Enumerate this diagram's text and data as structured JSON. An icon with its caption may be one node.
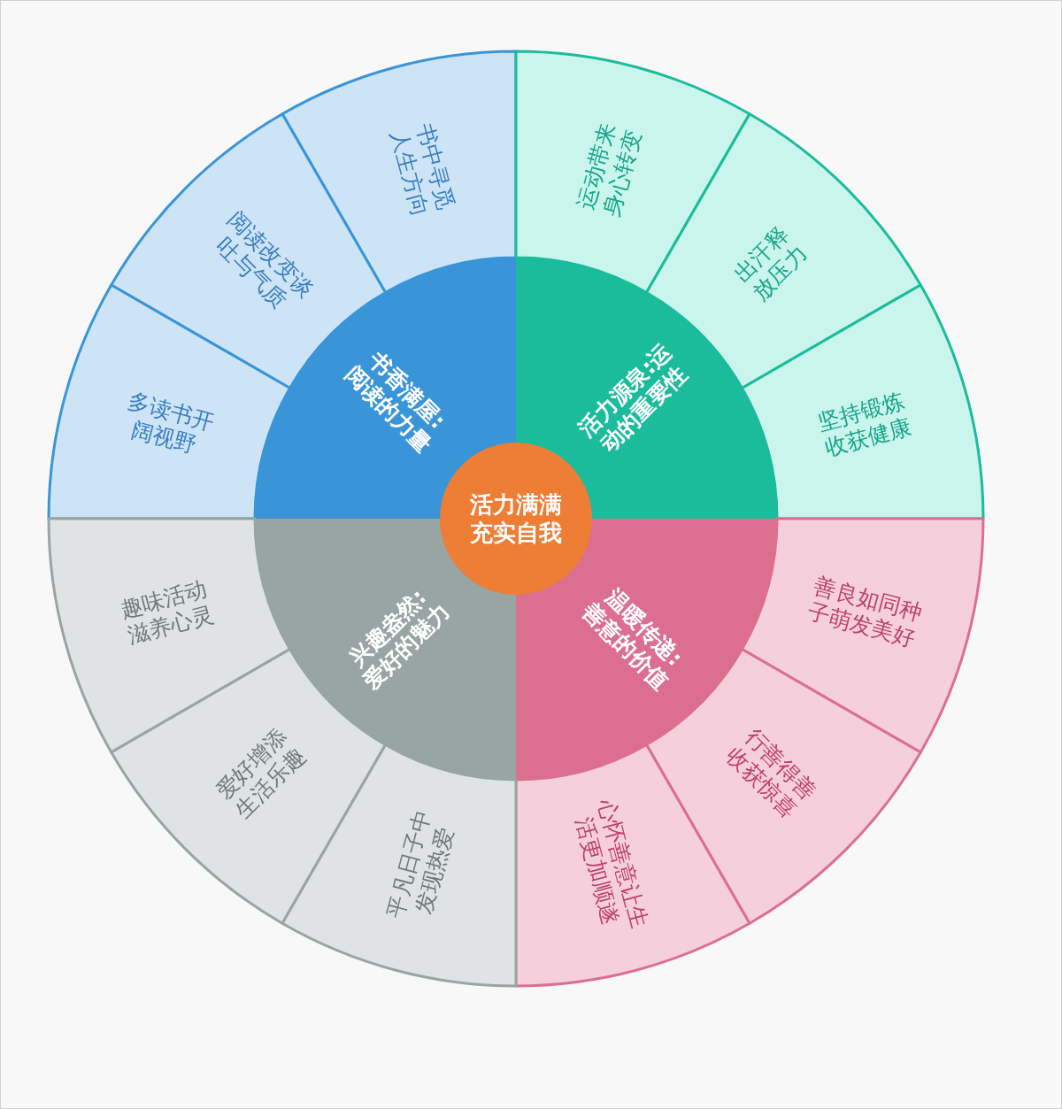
{
  "diagram": {
    "nodes": [
      {
        "text": [
          "活力满满充实自我"
        ]
      },
      {
        "text": [
          "书香满屋:阅读的力量"
        ]
      },
      {
        "text": [
          "书中寻觅人生方向"
        ]
      },
      {
        "text": [
          "阅读改变谈吐与气质"
        ]
      },
      {
        "text": [
          "多读书开阔视野"
        ]
      },
      {
        "text": [
          "活力源泉:运动的重要性"
        ]
      },
      {
        "text": [
          "运动带来身心转变"
        ]
      },
      {
        "text": [
          "出汗释放压力"
        ]
      },
      {
        "text": [
          "坚持锻炼收获健康"
        ]
      },
      {
        "text": [
          "温暖传递:善意的价值"
        ]
      },
      {
        "text": [
          "善良如同种子萌发美好"
        ]
      },
      {
        "text": [
          "行善得善收获惊喜"
        ]
      },
      {
        "text": [
          "心怀善意让生活更加顺遂"
        ]
      },
      {
        "text": [
          "兴趣盎然:爱好的魅力"
        ]
      },
      {
        "text": [
          "趣味活动滋养心灵"
        ]
      },
      {
        "text": [
          "爱好增添生活乐趣"
        ]
      },
      {
        "text": [
          "平凡日子中发现热爱"
        ]
      }
    ]
  }
}
